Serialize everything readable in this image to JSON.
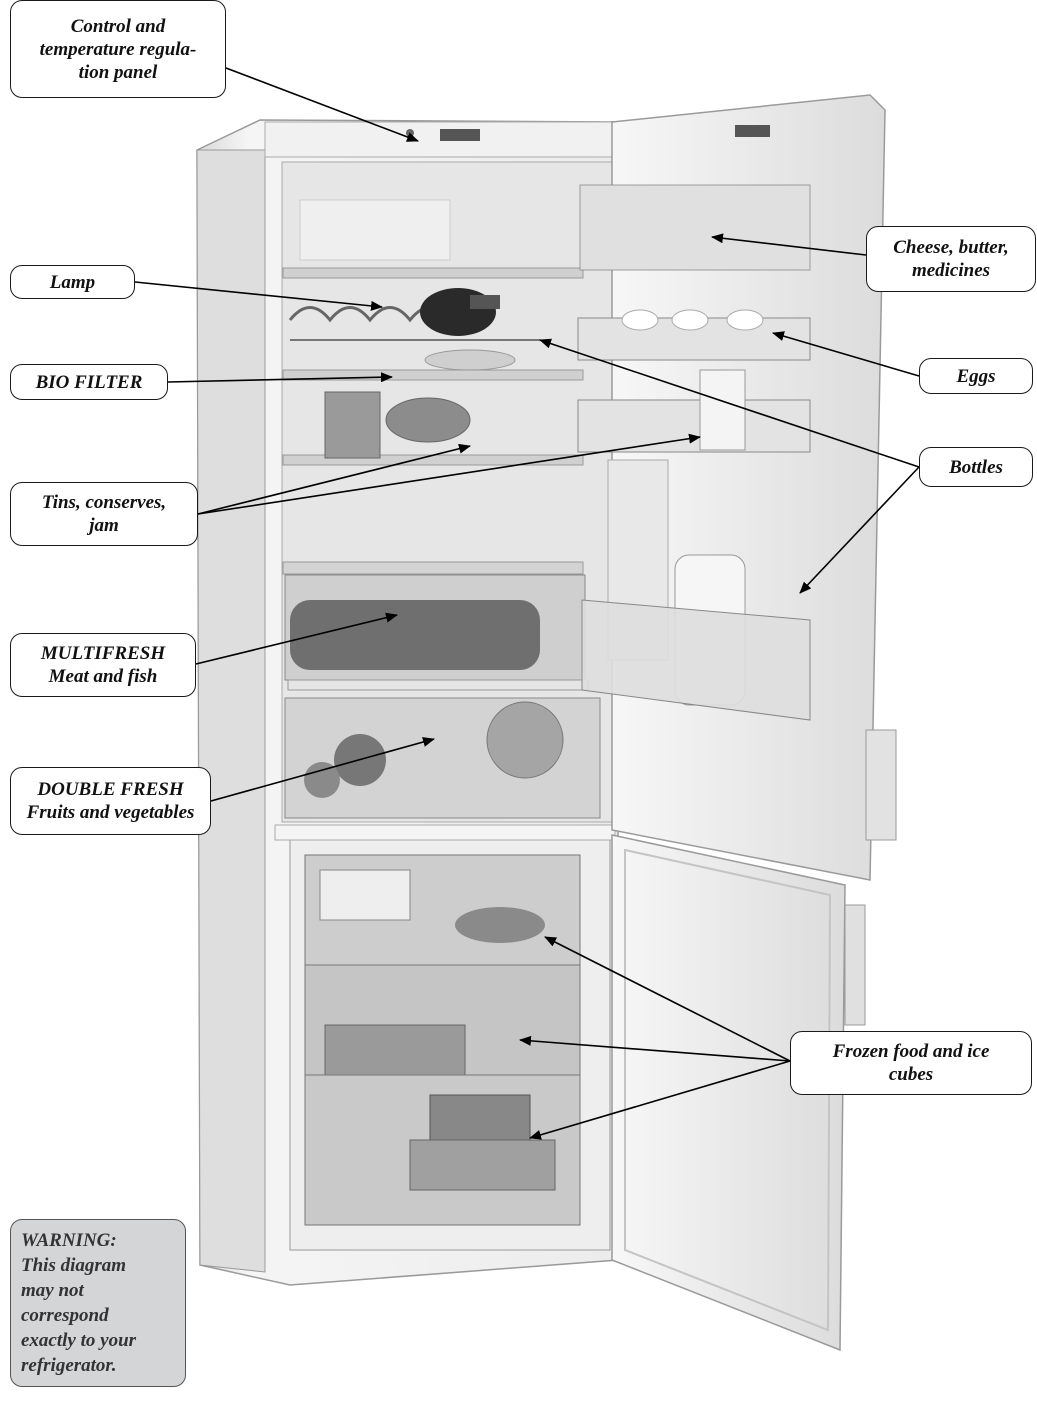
{
  "labels": {
    "control_panel": [
      "Control and",
      "temperature regula-",
      "tion panel"
    ],
    "cheese": [
      "Cheese, butter,",
      "medicines"
    ],
    "lamp": [
      "Lamp"
    ],
    "eggs": [
      "Eggs"
    ],
    "bio_filter": [
      "BIO FILTER"
    ],
    "bottles": [
      "Bottles"
    ],
    "tins": [
      "Tins, conserves,",
      "jam"
    ],
    "multifresh": [
      "MULTIFRESH",
      "Meat and fish"
    ],
    "double_fresh": [
      "DOUBLE FRESH",
      "Fruits and vegetables"
    ],
    "frozen": [
      "Frozen food and ice",
      "cubes"
    ]
  },
  "warning": [
    "WARNING:",
    "This diagram",
    "may not",
    "correspond",
    "exactly to your",
    "refrigerator."
  ],
  "colors": {
    "fridge_body": "#f3f3f3",
    "interior": "#e9e9e9",
    "outline": "#8a8a8a",
    "warning_bg": "#d4d5d7"
  }
}
